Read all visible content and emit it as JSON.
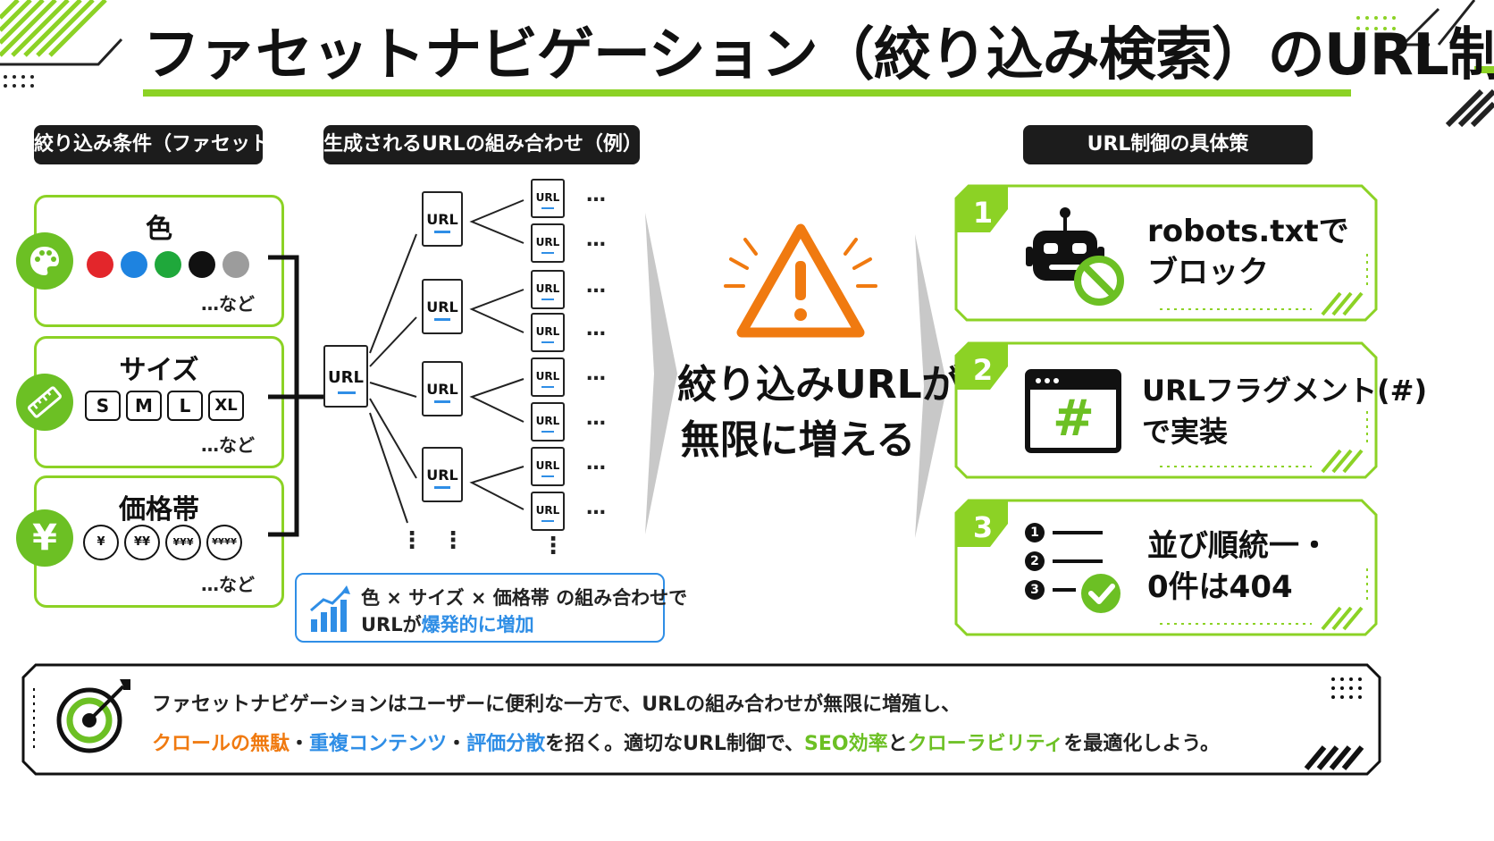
{
  "title": "ファセットナビゲーション（絞り込み検索）のURL制御",
  "sections": {
    "facets_label": "絞り込み条件（ファセット）",
    "urls_label": "生成されるURLの組み合わせ（例）",
    "solutions_label": "URL制御の具体策"
  },
  "facets": [
    {
      "title": "色",
      "etc": "…など",
      "icon": "palette-icon",
      "colors": [
        "#e3262b",
        "#1e83e0",
        "#1fa83b",
        "#111111",
        "#9c9c9c"
      ]
    },
    {
      "title": "サイズ",
      "etc": "…など",
      "icon": "ruler-icon",
      "sizes": [
        "S",
        "M",
        "L",
        "XL"
      ]
    },
    {
      "title": "価格帯",
      "etc": "…など",
      "icon": "yen-icon",
      "icon_glyph": "¥",
      "prices": [
        "¥",
        "¥¥",
        "¥¥¥",
        "¥¥¥¥"
      ]
    }
  ],
  "url_tree": {
    "doc_label": "URL",
    "ellipsis": "…",
    "vdots": "⋮"
  },
  "combo_note": {
    "line1": "色 × サイズ × 価格帯 の組み合わせで",
    "line2_prefix": "URLが",
    "line2_highlight": "爆発的に増加"
  },
  "warning": {
    "line1": "絞り込みURLが",
    "line2": "無限に増える",
    "icon": "warning-triangle-icon"
  },
  "solutions": [
    {
      "num": "1",
      "line1": "robots.txtで",
      "line2": "ブロック",
      "icon": "robot-blocked-icon"
    },
    {
      "num": "2",
      "line1": "URLフラグメント(#)",
      "line2": "で実装",
      "icon": "browser-hash-icon",
      "hash": "#"
    },
    {
      "num": "3",
      "line1": "並び順統一・",
      "line2": "0件は404",
      "icon": "ordered-list-check-icon",
      "list_nums": [
        "1",
        "2",
        "3"
      ]
    }
  ],
  "summary": {
    "line1": "ファセットナビゲーションはユーザーに便利な一方で、URLの組み合わせが無限に増殖し、",
    "line2_part1": "クロールの無駄",
    "line2_sep1": "・",
    "line2_part2": "重複コンテンツ",
    "line2_sep2": "・",
    "line2_part3": "評価分散",
    "line2_mid": "を招く。適切なURL制御で、",
    "line2_part4": "SEO効率",
    "line2_and": "と",
    "line2_part5": "クローラビリティ",
    "line2_end": "を最適化しよう。",
    "icon": "target-arrow-icon"
  },
  "colors": {
    "accent_green": "#8cd225",
    "icon_green": "#6cc024",
    "accent_blue": "#2f8ee6",
    "accent_orange": "#f07a10"
  }
}
